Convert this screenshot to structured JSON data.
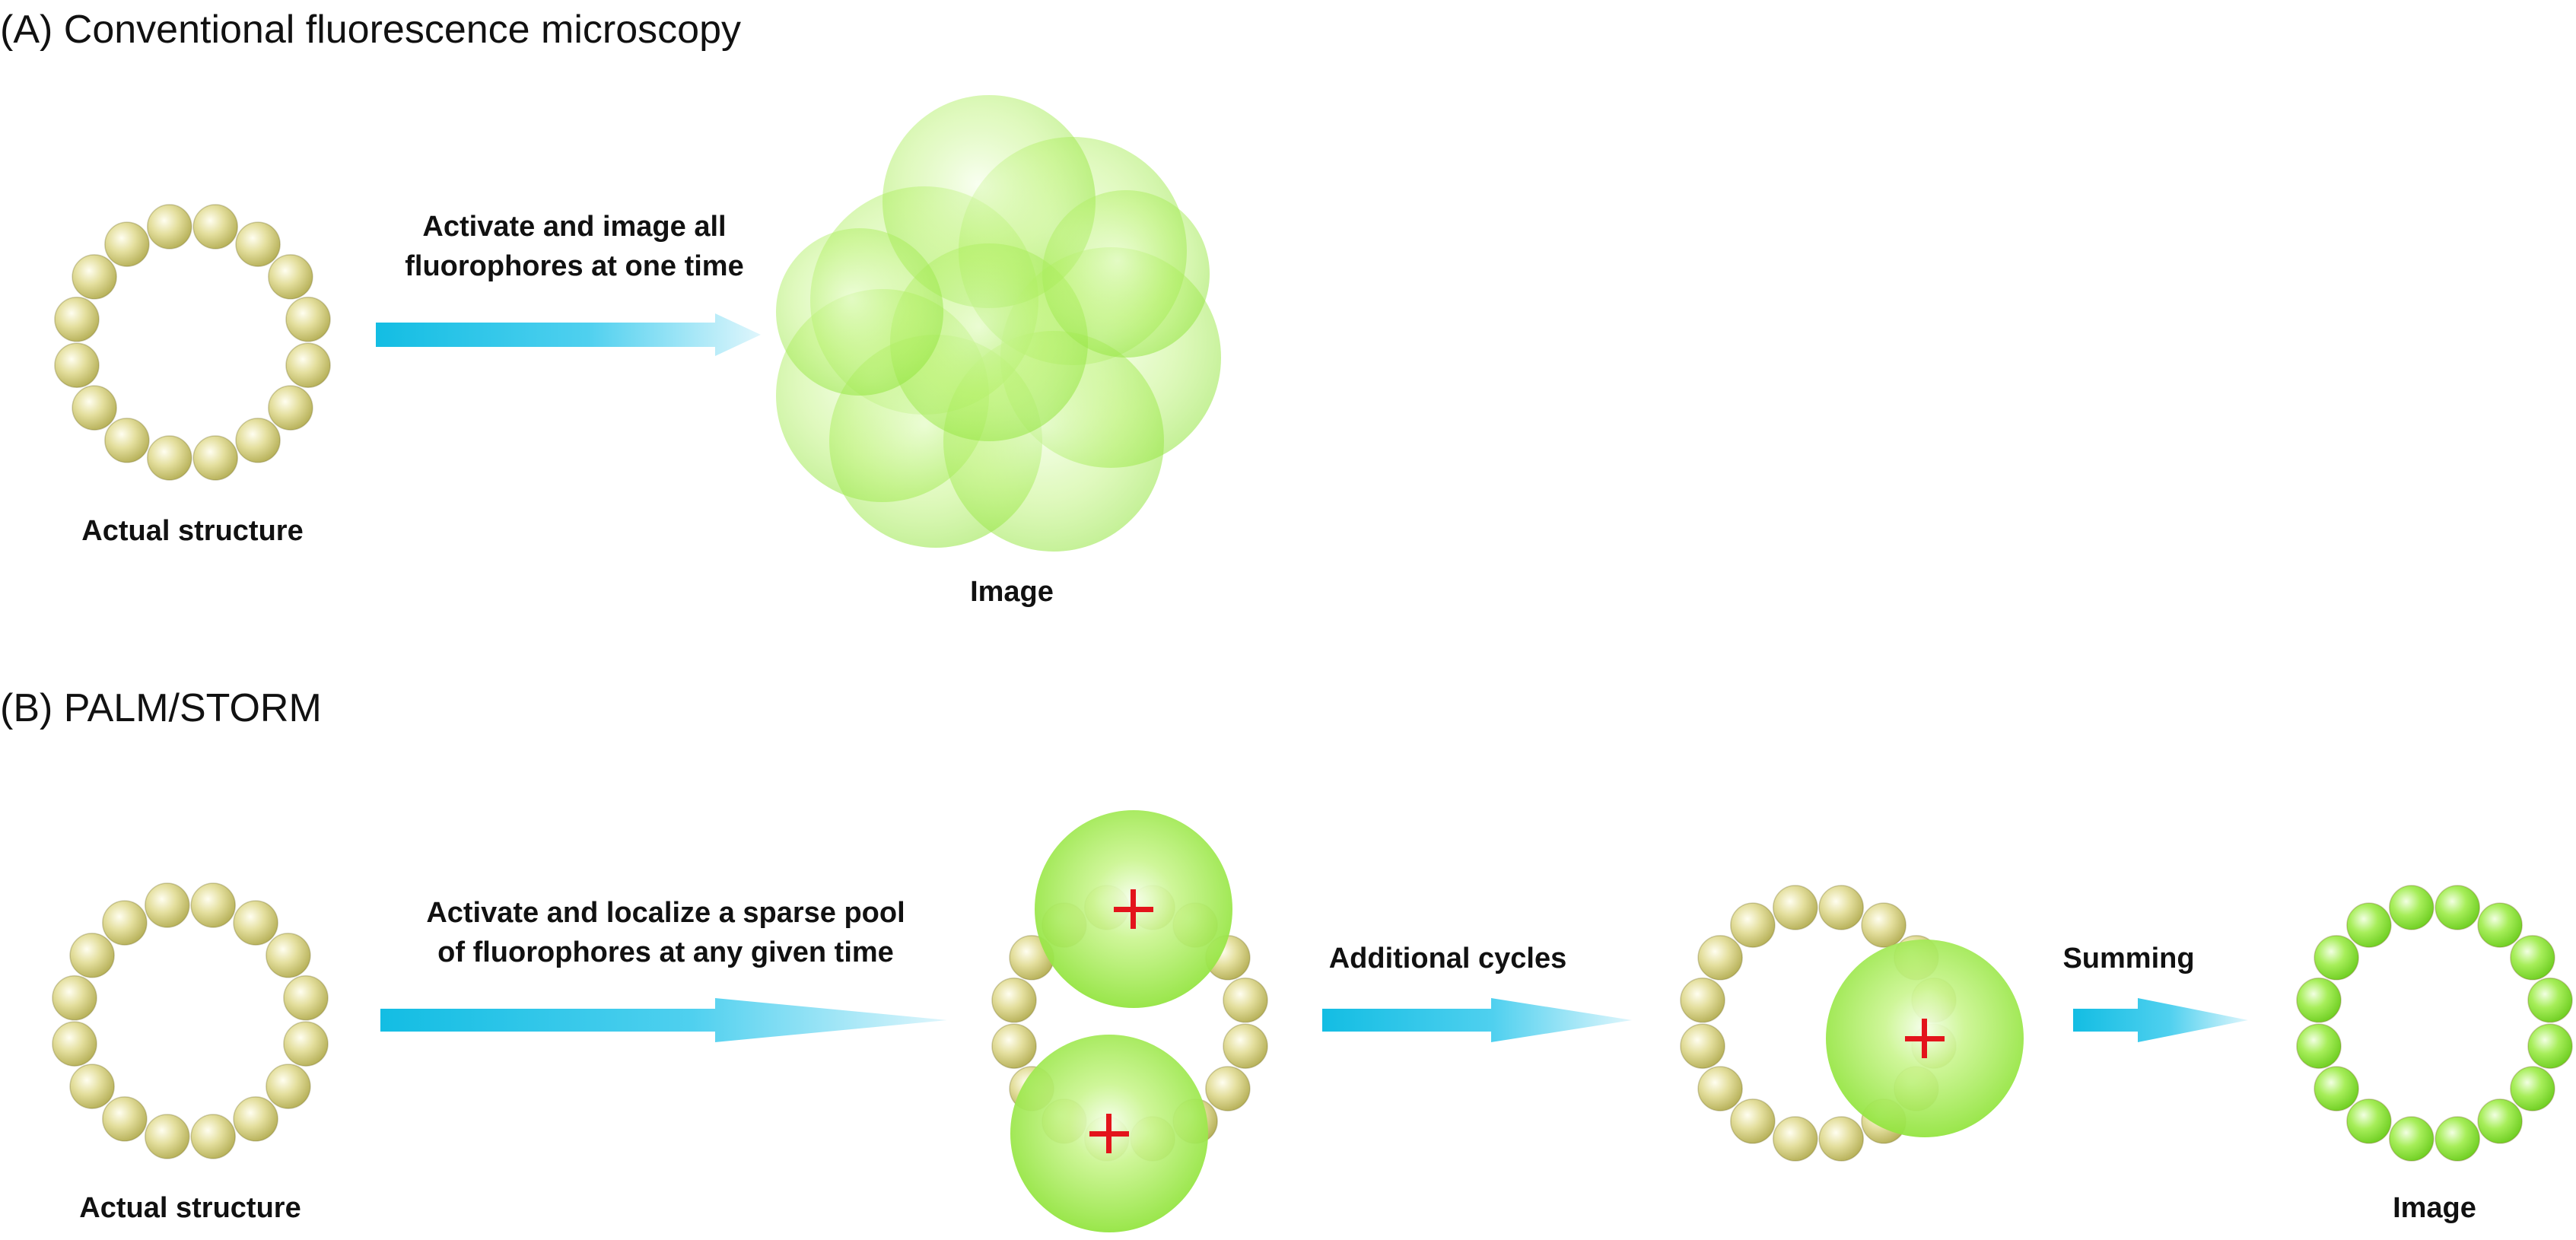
{
  "panel_a": {
    "title": "(A) Conventional fluorescence microscopy",
    "structure_label": "Actual structure",
    "arrow_text_line1": "Activate and image all",
    "arrow_text_line2": "fluorophores at one time",
    "image_label": "Image"
  },
  "panel_b": {
    "title": "(B) PALM/STORM",
    "structure_label": "Actual structure",
    "arrow1_text_line1": "Activate and localize a sparse pool",
    "arrow1_text_line2": "of fluorophores at any given time",
    "arrow2_text": "Additional cycles",
    "arrow3_text": "Summing",
    "image_label": "Image",
    "crosshair": "+"
  },
  "colors": {
    "fluorophore_inactive": "#d2cd7a",
    "fluorophore_active": "#8fe33a",
    "glow": "#b5f16a",
    "arrow": "#1ec3e6",
    "crosshair": "#e3141b"
  },
  "icons": {
    "arrow": "right-arrow-icon",
    "crosshair": "crosshair-icon"
  }
}
